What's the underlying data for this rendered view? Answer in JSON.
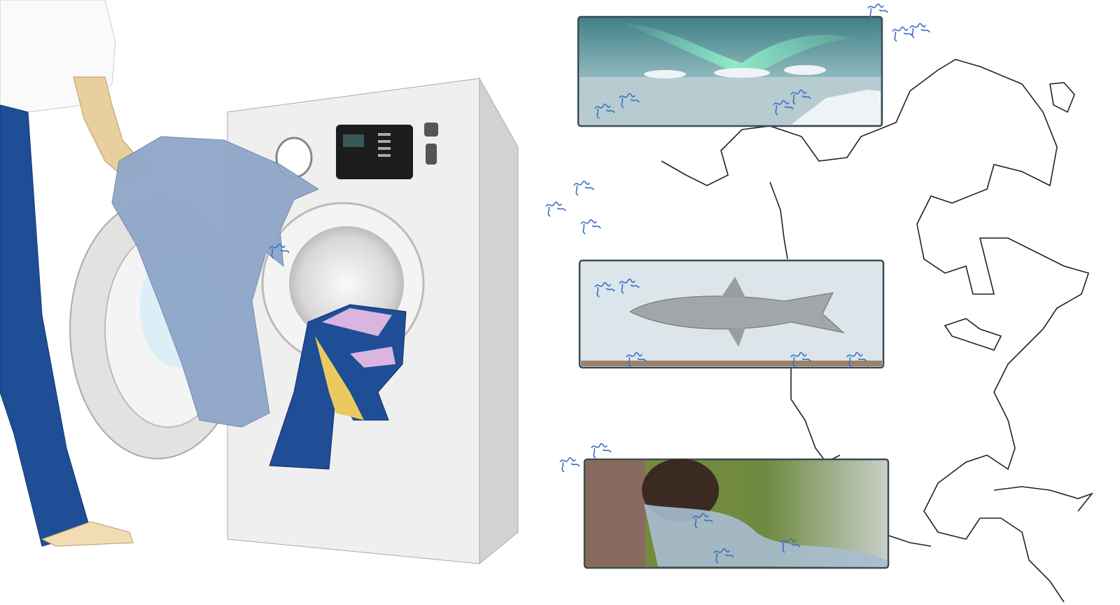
{
  "colors": {
    "jeans": "#1f4e96",
    "skin": "#e8cf9e",
    "machine": "#ececec",
    "machine_side": "#d6d6d6",
    "shirt": "#8ea6c8",
    "fiber": "#3a6fc4",
    "panel_border": "#3c4a55",
    "arctic_sky": "#4f8f94",
    "aurora": "#7fe0b8",
    "water": "#cfdde3",
    "fish": "#9a9d9f",
    "sediment": "#9c8268",
    "pipe": "#8a6a5f",
    "algae": "#6f8a3c",
    "map_line": "#222222"
  },
  "icons": [
    "washing-machine",
    "person",
    "clothes",
    "aurora-arctic-scene",
    "fish-scene",
    "outfall-pipe-scene",
    "north-america-map",
    "microfiber"
  ]
}
